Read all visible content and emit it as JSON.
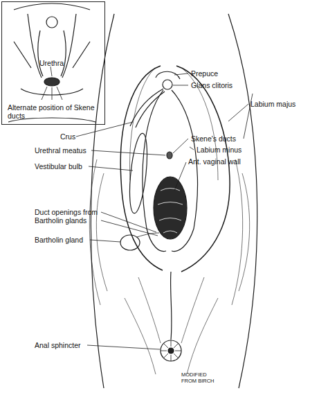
{
  "diagram": {
    "nodes": [
      {
        "text": [
          "Urethra",
          "Alternate position of Skene ducts"
        ]
      }
    ],
    "labels": [
      "Prepuce",
      "Glans clitoris",
      "Labium majus",
      "Crus",
      "Urethral meatus",
      "Skene's ducts",
      "Labium minus",
      "Ant. vaginal wall",
      "Vestibular bulb",
      "Duct openings from Bartholin glands",
      "Bartholin gland",
      "Anal sphincter",
      "MODIFIED FROM BIRCH"
    ]
  }
}
